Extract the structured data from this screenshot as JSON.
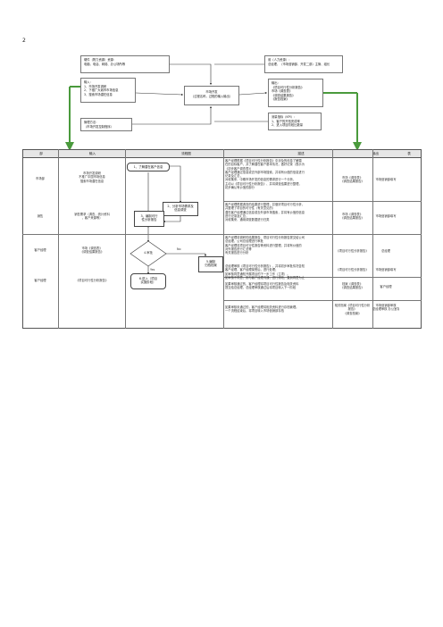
{
  "page_mark": "2",
  "top_boxes": {
    "resources": [
      "硬件（物力资源）资源：",
      "电脑、电话、网络、办公场所等"
    ],
    "staff": [
      "谁（人力资源）：",
      "总经理、（市场营销部、开发二部）主管、组长"
    ],
    "input": [
      "输入：",
      "1、市场开发调研",
      "2、下推广大城市市场信息",
      "3、搜索市场潜在信息"
    ],
    "process": [
      "市场开发",
      "（过程名称，过程的输入输出）"
    ],
    "output": [
      "输出：",
      "《项目可行性分析报告》",
      "市场《调查表》",
      "《调查结果报告》",
      "《报告档案》"
    ],
    "method": [
      "管理方法：",
      "（市场开发控制程序）"
    ],
    "kpi": [
      "测量指标（KPI）：",
      "1、客户的开拓完成率",
      "2、进入项目阶段比数量"
    ]
  },
  "table": {
    "headers": [
      "部",
      "输入",
      "流程图",
      "描述",
      "输出",
      "表"
    ],
    "rows": [
      {
        "dept": "市场部",
        "input": [
          "市场开发调研",
          "不推广中国市场信息",
          "搜索市场潜在信息"
        ],
        "desc": [
          "客户经理根据《项目可行性分析报告》中涉及的信息了解潜",
          "在的目标客户，并了解潜在客户基本情况，做好记录（表示为",
          "《初步客户调查表》）",
          "客户经理通过信息或去外部市场搜索，并将有价值的信息进行",
          "记录及汇总，",
          "对收集来、中期市场开发的信息的需求进行一个分析，",
          "主动以《项目可行性分析报告》、并将调查结果进行整理，",
          "初步确认有价值的部分"
        ],
        "output": [
          "市场《调查表》",
          "《调查结果报告》"
        ],
        "form": "市场营销部填写"
      },
      {
        "dept": "销售",
        "input": [
          "销售需求（调查，统计资料",
          "，客户来源等）"
        ],
        "desc": [
          "客户经理根据调查的结果进行整理，并做好项目可行性分析，",
          "并整理了项目的可行性（有关意见的）",
          "潜在客户经理通过信息或去外部市场搜索，并将有价值的信息",
          "进行记录及汇总，",
          "对收集来、通用调查数据进行归类"
        ],
        "output": [
          "市场《调查表》",
          "《调查结果报告》"
        ],
        "form": "市场营销部填写"
      },
      {
        "dept": "客户经理",
        "input": [
          "市场《调查表》",
          "《调查结果报告》"
        ],
        "desc": [
          "客户经理将调研的结果报告、项目可行性分析报告提交给公司",
          "总经理，公司总经理进行审批",
          "客户经理将项目可行性报告等资料进行整理，并将有价值的",
          "对外报告进行汇总等",
          "有关报告进行分析"
        ],
        "output": [
          "《项目可行性分析报告》"
        ],
        "form": "总经理"
      },
      {
        "dept": "客户经理",
        "input": [
          "《项目可行性分析报告》"
        ],
        "desc": [
          "总经理审核《项目可行性分析报告》，并将初步审批情况告知",
          "客户经理，客户经理接受后，进行处理；",
          "如审核同意通知开展项目的下一步工作（立项）。",
          "如审核不同意，则与客户经理沟通，进行修改，直到同意为止"
        ],
        "output": [
          "《项目可行性分析报告》"
        ],
        "form": "市场营销部填写"
      },
      {
        "dept": "",
        "input": [],
        "desc": [
          "如果审核通过的，客户经理将项目可行性报告及相关资料",
          "提交给总经理，总经理审核通过后将项目转入下一阶段"
        ],
        "output": [
          "档案《调查表》",
          "《调查结果报告》"
        ],
        "form": "客户经理"
      },
      {
        "dept": "",
        "input": [],
        "desc": [
          "如果审核未通过的，客户经理将相关资料进行存档管理。",
          "一个流程结束后，将项目转入市场营销部存档"
        ],
        "output": [
          "相关档案《项目可行性分析",
          "报告》",
          "《调查档案》"
        ],
        "form": [
          "市场营销部审核",
          "总经理审核 办公室存档"
        ]
      }
    ]
  },
  "flow": {
    "n1": "1、了解潜在客户信息",
    "n2": [
      "2、分析市场需求及",
      "信息调查"
    ],
    "n3": [
      "3、编制可行",
      "性分析报告"
    ],
    "n4": "4.审批",
    "n5": [
      "5.编制",
      "归档档案"
    ],
    "n6": [
      "6.进入（项目",
      "实施阶段）"
    ],
    "no_label": "No",
    "yes_label": "Yes"
  },
  "colors": {
    "arrow_green": "#4a9a3c",
    "header_gray": "#e6e6e6"
  }
}
